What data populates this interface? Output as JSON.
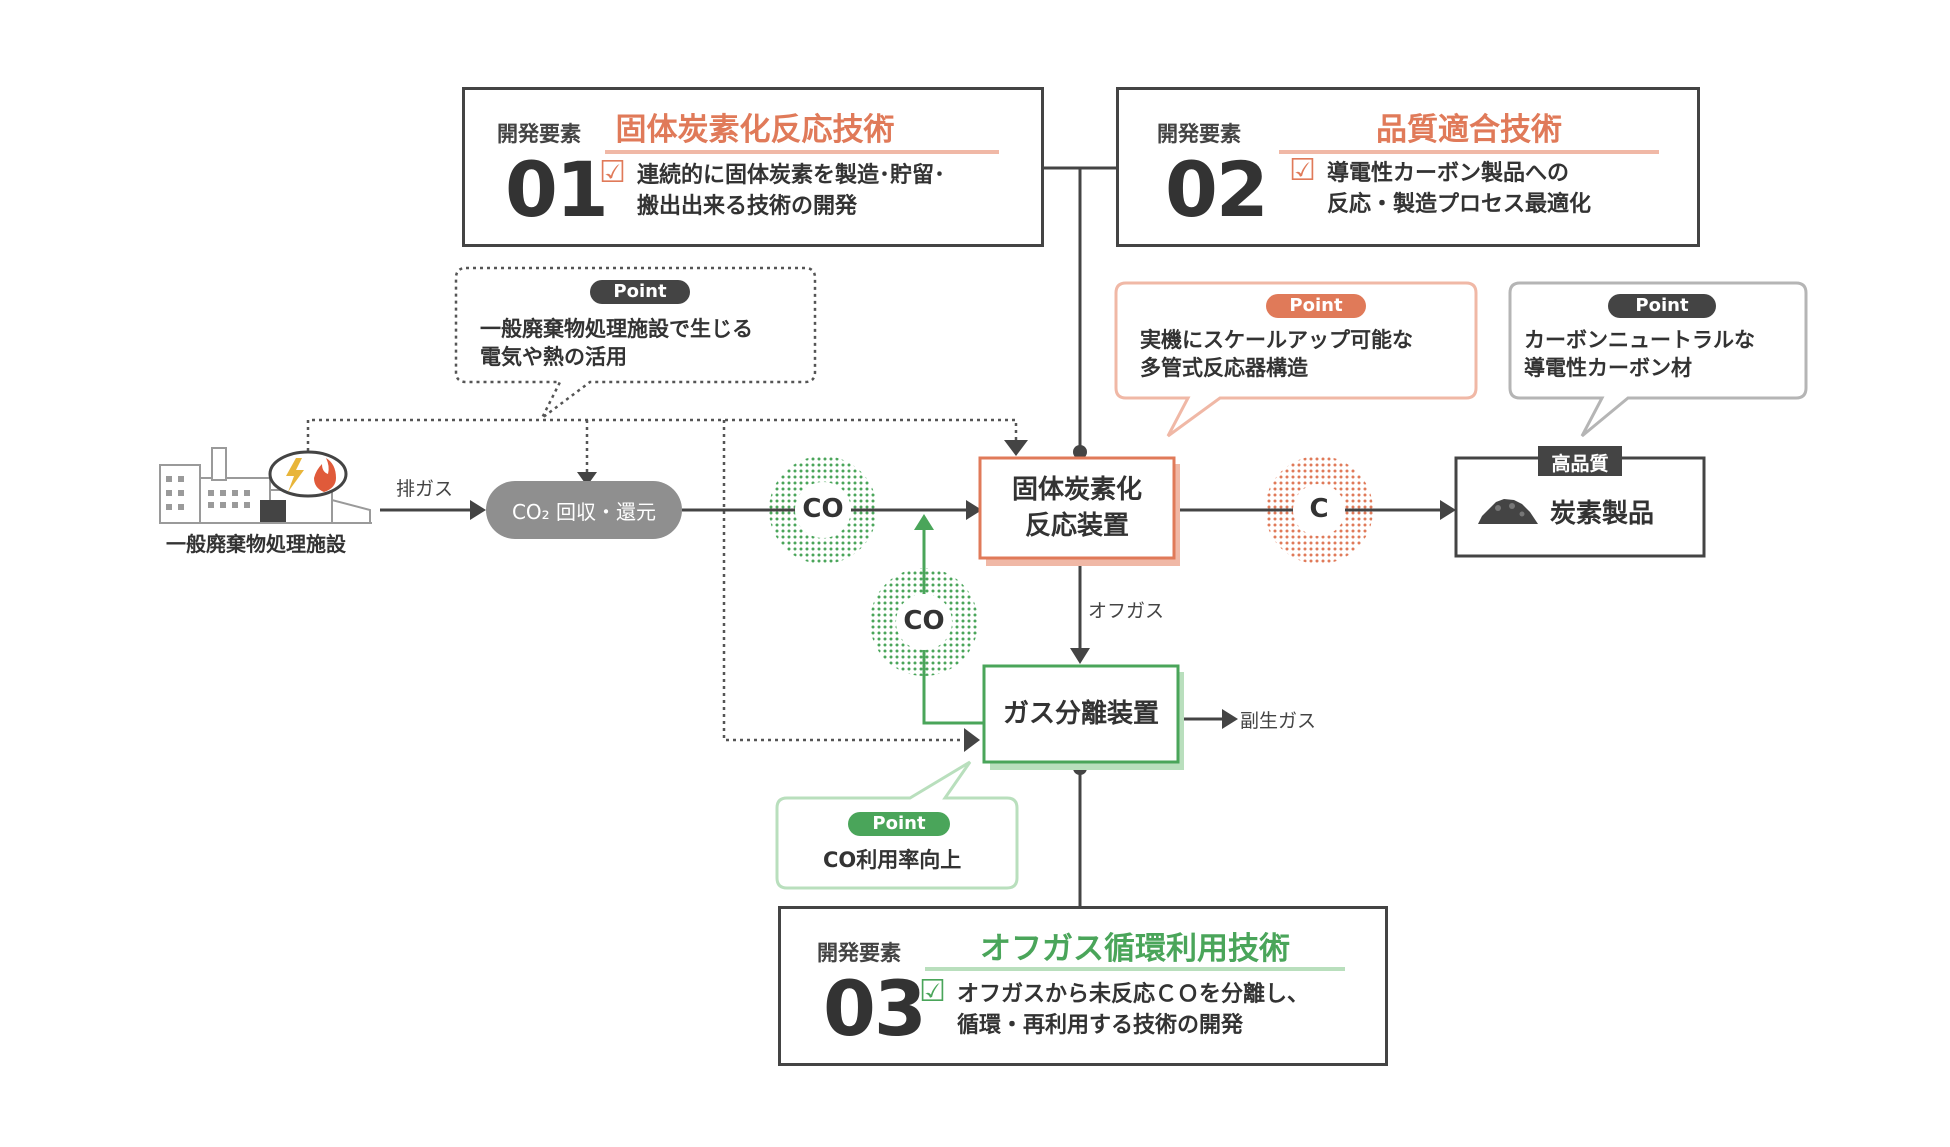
{
  "colors": {
    "orange": "#e07a59",
    "green": "#4aa55a",
    "dark": "#444444",
    "gray": "#8f8f8f",
    "orange_light": "#f0b8a6",
    "green_light": "#b9dfbd"
  },
  "dev_elements": [
    {
      "label": "開発要素",
      "number": "01",
      "title": "固体炭素化反応技術",
      "desc_line1": "連続的に固体炭素を製造･貯留･",
      "desc_line2": "搬出出来る技術の開発"
    },
    {
      "label": "開発要素",
      "number": "02",
      "title": "品質適合技術",
      "desc_line1": "導電性カーボン製品への",
      "desc_line2": "反応・製造プロセス最適化"
    },
    {
      "label": "開発要素",
      "number": "03",
      "title": "オフガス循環利用技術",
      "desc_line1": "オフガスから未反応ＣＯを分離し、",
      "desc_line2": "循環・再利用する技術の開発"
    }
  ],
  "points": [
    {
      "pill": "Point",
      "line1": "一般廃棄物処理施設で生じる",
      "line2": "電気や熱の活用"
    },
    {
      "pill": "Point",
      "line1": "実機にスケールアップ可能な",
      "line2": "多管式反応器構造"
    },
    {
      "pill": "Point",
      "line1": "カーボンニュートラルな",
      "line2": "導電性カーボン材"
    },
    {
      "pill": "Point",
      "line1": "CO利用率向上"
    }
  ],
  "facility": {
    "label": "一般廃棄物処理施設",
    "energy_icon": "lightning-fire-icon"
  },
  "labels": {
    "exhaust": "排ガス",
    "co2_recovery": "CO₂ 回収・還元",
    "co_main": "CO",
    "co_loop": "CO",
    "carbon": "C",
    "offgas": "オフガス",
    "byproduct": "副生ガス",
    "high_quality": "高品質",
    "product": "炭素製品",
    "product_icon": "carbon-pile-icon"
  },
  "reactor": {
    "line1": "固体炭素化",
    "line2": "反応装置"
  },
  "separator": {
    "line1": "ガス分離装置"
  }
}
